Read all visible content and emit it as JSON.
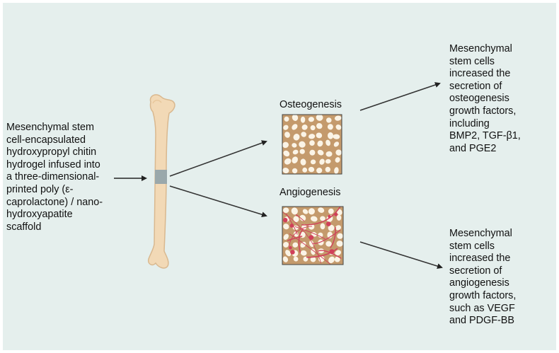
{
  "diagram": {
    "input_text": "Mesenchymal stem\ncell-encapsulated\nhydroxypropyl chitin\nhydrogel infused into\na three-dimensional-\nprinted poly (ε-\ncaprolactone) / nano-\nhydroxyapatite\nscaffold",
    "osteogenesis_label": "Osteogenesis",
    "angiogenesis_label": "Angiogenesis",
    "osteogenesis_text": "Mesenchymal\nstem cells\nincreased the\nsecretion of\nosteogenesis\ngrowth factors,\nincluding\nBMP2, TGF-β1,\nand PGE2",
    "angiogenesis_text": "Mesenchymal\nstem cells\nincreased the\nsecretion of\nangiogenesis\ngrowth factors,\nsuch as VEGF\nand PDGF-BB"
  },
  "colors": {
    "background": "#e5efed",
    "bone": "#f2d9b6",
    "bone_outline": "#d9b88f",
    "scaffold_band": "#9aa8ab",
    "bone_tissue": "#c49a6c",
    "bone_pore": "#fbf4e6",
    "vessel": "#d0405a",
    "arrow": "#222222"
  }
}
